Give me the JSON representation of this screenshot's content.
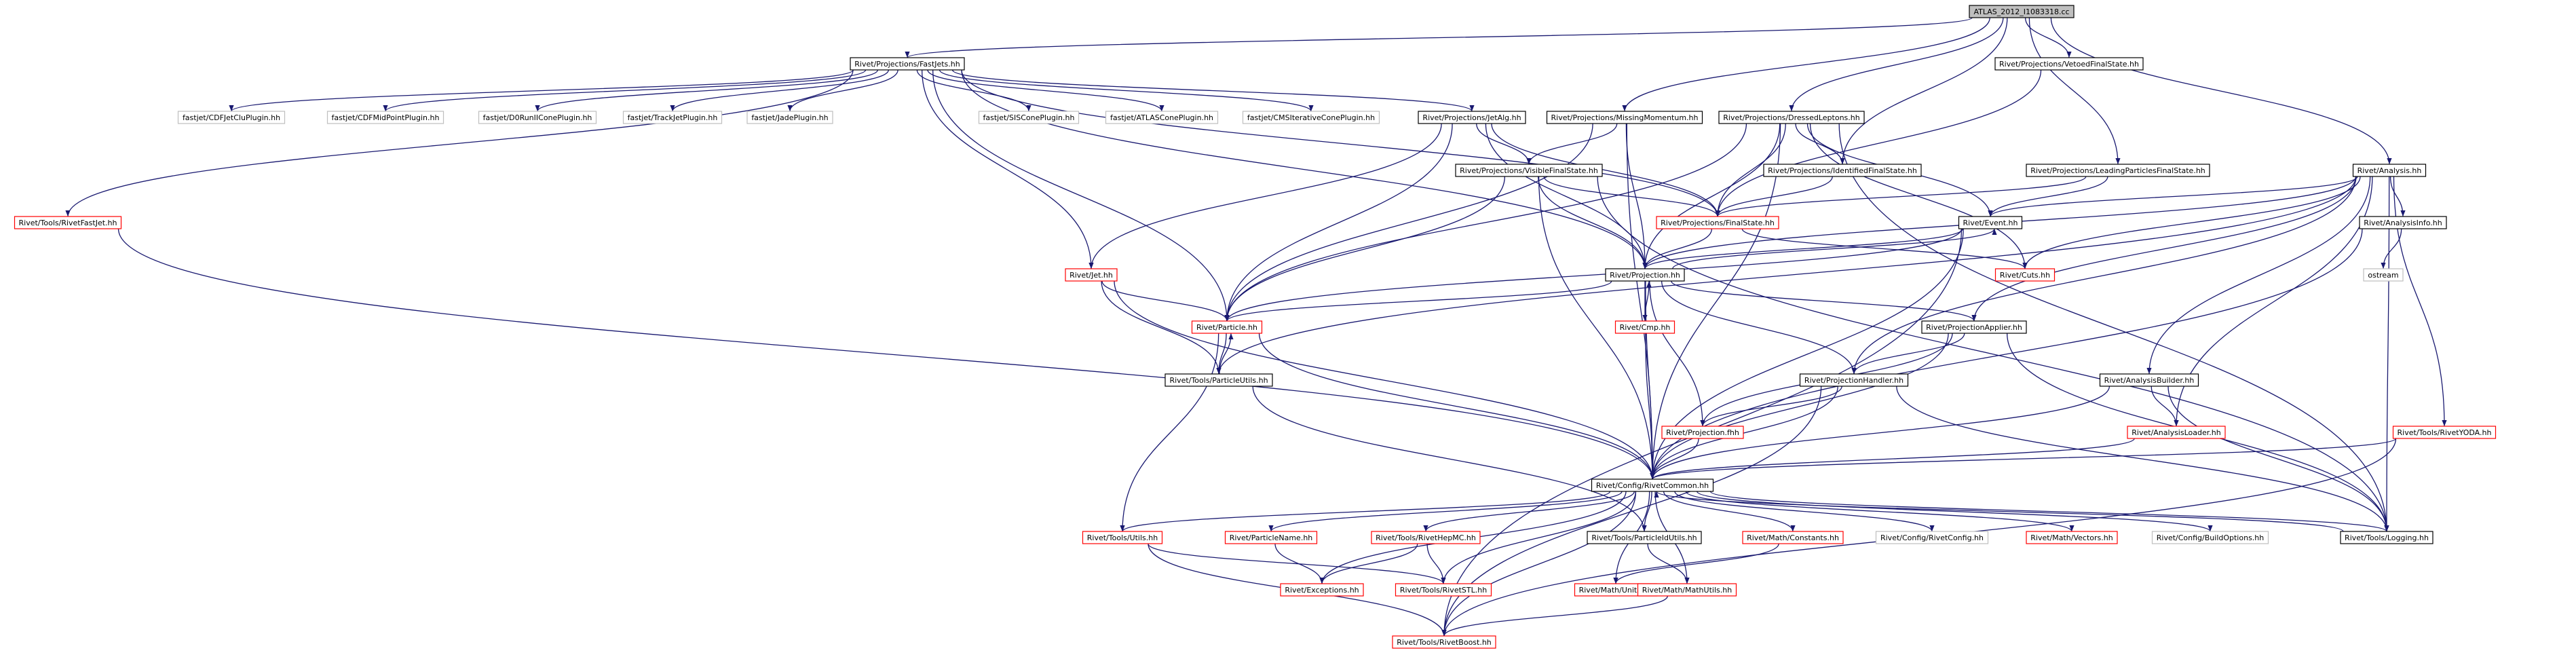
{
  "diagram": {
    "nodes": [
      {
        "id": "root",
        "label": "ATLAS_2012_I1083318.cc",
        "style": "root"
      },
      {
        "id": "fastjets",
        "label": "Rivet/Projections/FastJets.hh",
        "style": "black"
      },
      {
        "id": "vetoed",
        "label": "Rivet/Projections/VetoedFinalState.hh",
        "style": "black"
      },
      {
        "id": "cdfjetclu",
        "label": "fastjet/CDFJetCluPlugin.hh",
        "style": "gray"
      },
      {
        "id": "cdfmidpoint",
        "label": "fastjet/CDFMidPointPlugin.hh",
        "style": "gray"
      },
      {
        "id": "d0run",
        "label": "fastjet/D0RunIIConePlugin.hh",
        "style": "gray"
      },
      {
        "id": "trackjet",
        "label": "fastjet/TrackJetPlugin.hh",
        "style": "gray"
      },
      {
        "id": "jade",
        "label": "fastjet/JadePlugin.hh",
        "style": "gray"
      },
      {
        "id": "siscone",
        "label": "fastjet/SISConePlugin.hh",
        "style": "gray"
      },
      {
        "id": "atlascone",
        "label": "fastjet/ATLASConePlugin.hh",
        "style": "gray"
      },
      {
        "id": "cmsiter",
        "label": "fastjet/CMSIterativeConePlugin.hh",
        "style": "gray"
      },
      {
        "id": "jetalg",
        "label": "Rivet/Projections/JetAlg.hh",
        "style": "black"
      },
      {
        "id": "missing",
        "label": "Rivet/Projections/MissingMomentum.hh",
        "style": "black"
      },
      {
        "id": "dressed",
        "label": "Rivet/Projections/DressedLeptons.hh",
        "style": "black"
      },
      {
        "id": "rivetfastjet",
        "label": "Rivet/Tools/RivetFastJet.hh",
        "style": "red"
      },
      {
        "id": "visible",
        "label": "Rivet/Projections/VisibleFinalState.hh",
        "style": "black"
      },
      {
        "id": "identified",
        "label": "Rivet/Projections/IdentifiedFinalState.hh",
        "style": "black"
      },
      {
        "id": "leading",
        "label": "Rivet/Projections/LeadingParticlesFinalState.hh",
        "style": "black"
      },
      {
        "id": "analysis",
        "label": "Rivet/Analysis.hh",
        "style": "black"
      },
      {
        "id": "finalstate",
        "label": "Rivet/Projections/FinalState.hh",
        "style": "red"
      },
      {
        "id": "event",
        "label": "Rivet/Event.hh",
        "style": "black"
      },
      {
        "id": "analysisinfo",
        "label": "Rivet/AnalysisInfo.hh",
        "style": "black"
      },
      {
        "id": "jet",
        "label": "Rivet/Jet.hh",
        "style": "red"
      },
      {
        "id": "projection",
        "label": "Rivet/Projection.hh",
        "style": "black"
      },
      {
        "id": "cuts",
        "label": "Rivet/Cuts.hh",
        "style": "red"
      },
      {
        "id": "ostream",
        "label": "ostream",
        "style": "gray"
      },
      {
        "id": "particle",
        "label": "Rivet/Particle.hh",
        "style": "red"
      },
      {
        "id": "cmp",
        "label": "Rivet/Cmp.hh",
        "style": "red"
      },
      {
        "id": "projapplier",
        "label": "Rivet/ProjectionApplier.hh",
        "style": "black"
      },
      {
        "id": "particleutils",
        "label": "Rivet/Tools/ParticleUtils.hh",
        "style": "black"
      },
      {
        "id": "analysisbuilder",
        "label": "Rivet/AnalysisBuilder.hh",
        "style": "black"
      },
      {
        "id": "projhandler",
        "label": "Rivet/ProjectionHandler.hh",
        "style": "black"
      },
      {
        "id": "analysisloader",
        "label": "Rivet/AnalysisLoader.hh",
        "style": "red"
      },
      {
        "id": "rivetyoda",
        "label": "Rivet/Tools/RivetYODA.hh",
        "style": "red"
      },
      {
        "id": "projectionfhh",
        "label": "Rivet/Projection.fhh",
        "style": "red"
      },
      {
        "id": "rivetcommon",
        "label": "Rivet/Config/RivetCommon.hh",
        "style": "black"
      },
      {
        "id": "logging",
        "label": "Rivet/Tools/Logging.hh",
        "style": "black"
      },
      {
        "id": "utils",
        "label": "Rivet/Tools/Utils.hh",
        "style": "red"
      },
      {
        "id": "particlename",
        "label": "Rivet/ParticleName.hh",
        "style": "red"
      },
      {
        "id": "rivethepmc",
        "label": "Rivet/Tools/RivetHepMC.hh",
        "style": "red"
      },
      {
        "id": "particleidutils",
        "label": "Rivet/Tools/ParticleIdUtils.hh",
        "style": "black"
      },
      {
        "id": "mathconstants",
        "label": "Rivet/Math/Constants.hh",
        "style": "red"
      },
      {
        "id": "rivetconfig",
        "label": "Rivet/Config/RivetConfig.hh",
        "style": "gray"
      },
      {
        "id": "mathvectors",
        "label": "Rivet/Math/Vectors.hh",
        "style": "red"
      },
      {
        "id": "buildoptions",
        "label": "Rivet/Config/BuildOptions.hh",
        "style": "gray"
      },
      {
        "id": "exceptions",
        "label": "Rivet/Exceptions.hh",
        "style": "red"
      },
      {
        "id": "rivetstl",
        "label": "Rivet/Tools/RivetSTL.hh",
        "style": "red"
      },
      {
        "id": "mathunits",
        "label": "Rivet/Math/Units.hh",
        "style": "red"
      },
      {
        "id": "mathutils",
        "label": "Rivet/Math/MathUtils.hh",
        "style": "red"
      },
      {
        "id": "rivetboost",
        "label": "Rivet/Tools/RivetBoost.hh",
        "style": "red"
      }
    ],
    "edges": [
      [
        "root",
        "fastjets"
      ],
      [
        "root",
        "missing"
      ],
      [
        "root",
        "dressed"
      ],
      [
        "root",
        "vetoed"
      ],
      [
        "root",
        "identified"
      ],
      [
        "root",
        "leading"
      ],
      [
        "root",
        "analysis"
      ],
      [
        "fastjets",
        "cdfjetclu"
      ],
      [
        "fastjets",
        "cdfmidpoint"
      ],
      [
        "fastjets",
        "d0run"
      ],
      [
        "fastjets",
        "trackjet"
      ],
      [
        "fastjets",
        "jade"
      ],
      [
        "fastjets",
        "siscone"
      ],
      [
        "fastjets",
        "atlascone"
      ],
      [
        "fastjets",
        "cmsiter"
      ],
      [
        "fastjets",
        "jetalg"
      ],
      [
        "fastjets",
        "rivetfastjet"
      ],
      [
        "fastjets",
        "jet"
      ],
      [
        "fastjets",
        "particle"
      ],
      [
        "fastjets",
        "projection"
      ],
      [
        "fastjets",
        "finalstate"
      ],
      [
        "vetoed",
        "finalstate"
      ],
      [
        "jetalg",
        "visible"
      ],
      [
        "jetalg",
        "jet"
      ],
      [
        "jetalg",
        "particle"
      ],
      [
        "jetalg",
        "projection"
      ],
      [
        "jetalg",
        "finalstate"
      ],
      [
        "missing",
        "visible"
      ],
      [
        "missing",
        "projection"
      ],
      [
        "missing",
        "particle"
      ],
      [
        "missing",
        "rivetcommon"
      ],
      [
        "dressed",
        "identified"
      ],
      [
        "dressed",
        "finalstate"
      ],
      [
        "dressed",
        "projection"
      ],
      [
        "dressed",
        "particle"
      ],
      [
        "dressed",
        "event"
      ],
      [
        "dressed",
        "cuts"
      ],
      [
        "dressed",
        "logging"
      ],
      [
        "dressed",
        "rivetcommon"
      ],
      [
        "rivetfastjet",
        "rivetcommon"
      ],
      [
        "visible",
        "finalstate"
      ],
      [
        "visible",
        "projection"
      ],
      [
        "visible",
        "particle"
      ],
      [
        "visible",
        "rivetcommon"
      ],
      [
        "visible",
        "logging"
      ],
      [
        "identified",
        "finalstate"
      ],
      [
        "leading",
        "finalstate"
      ],
      [
        "leading",
        "event"
      ],
      [
        "analysis",
        "event"
      ],
      [
        "analysis",
        "analysisinfo"
      ],
      [
        "analysis",
        "projection"
      ],
      [
        "analysis",
        "projapplier"
      ],
      [
        "analysis",
        "analysisbuilder"
      ],
      [
        "analysis",
        "projhandler"
      ],
      [
        "analysis",
        "analysisloader"
      ],
      [
        "analysis",
        "rivetyoda"
      ],
      [
        "analysis",
        "cuts"
      ],
      [
        "analysis",
        "logging"
      ],
      [
        "analysis",
        "particleutils"
      ],
      [
        "finalstate",
        "projection"
      ],
      [
        "finalstate",
        "cuts"
      ],
      [
        "event",
        "projection"
      ],
      [
        "event",
        "particle"
      ],
      [
        "event",
        "rivetcommon"
      ],
      [
        "event",
        "rivetboost"
      ],
      [
        "analysisinfo",
        "ostream"
      ],
      [
        "analysisinfo",
        "rivetcommon"
      ],
      [
        "jet",
        "particle"
      ],
      [
        "jet",
        "particleutils"
      ],
      [
        "jet",
        "rivetcommon"
      ],
      [
        "projection",
        "particle"
      ],
      [
        "projection",
        "cmp"
      ],
      [
        "projection",
        "projapplier"
      ],
      [
        "projection",
        "projhandler"
      ],
      [
        "projection",
        "projectionfhh"
      ],
      [
        "projection",
        "rivetcommon"
      ],
      [
        "projection",
        "event"
      ],
      [
        "particle",
        "particleutils"
      ],
      [
        "particle",
        "rivetcommon"
      ],
      [
        "particle",
        "utils"
      ],
      [
        "cmp",
        "projection"
      ],
      [
        "cmp",
        "rivetcommon"
      ],
      [
        "projapplier",
        "projhandler"
      ],
      [
        "projapplier",
        "projectionfhh"
      ],
      [
        "projapplier",
        "rivetcommon"
      ],
      [
        "projapplier",
        "logging"
      ],
      [
        "particleutils",
        "particle"
      ],
      [
        "particleutils",
        "particleidutils"
      ],
      [
        "analysisbuilder",
        "analysisloader"
      ],
      [
        "analysisbuilder",
        "rivetcommon"
      ],
      [
        "analysisbuilder",
        "logging"
      ],
      [
        "projhandler",
        "projectionfhh"
      ],
      [
        "projhandler",
        "rivetcommon"
      ],
      [
        "projhandler",
        "logging"
      ],
      [
        "projhandler",
        "rivetboost"
      ],
      [
        "analysisloader",
        "rivetcommon"
      ],
      [
        "rivetyoda",
        "rivetcommon"
      ],
      [
        "rivetyoda",
        "rivetboost"
      ],
      [
        "projectionfhh",
        "rivetcommon"
      ],
      [
        "rivetcommon",
        "logging"
      ],
      [
        "rivetcommon",
        "utils"
      ],
      [
        "rivetcommon",
        "particlename"
      ],
      [
        "rivetcommon",
        "rivethepmc"
      ],
      [
        "rivetcommon",
        "particleidutils"
      ],
      [
        "rivetcommon",
        "mathconstants"
      ],
      [
        "rivetcommon",
        "rivetconfig"
      ],
      [
        "rivetcommon",
        "mathvectors"
      ],
      [
        "rivetcommon",
        "buildoptions"
      ],
      [
        "rivetcommon",
        "exceptions"
      ],
      [
        "rivetcommon",
        "rivetstl"
      ],
      [
        "rivetcommon",
        "mathunits"
      ],
      [
        "rivetcommon",
        "mathutils"
      ],
      [
        "rivetcommon",
        "rivetboost"
      ],
      [
        "logging",
        "rivetcommon"
      ],
      [
        "utils",
        "rivetstl"
      ],
      [
        "utils",
        "rivetboost"
      ],
      [
        "particlename",
        "exceptions"
      ],
      [
        "rivethepmc",
        "exceptions"
      ],
      [
        "rivethepmc",
        "rivetstl"
      ],
      [
        "particleidutils",
        "mathutils"
      ],
      [
        "mathconstants",
        "mathunits"
      ],
      [
        "mathutils",
        "rivetboost"
      ]
    ],
    "colors": {
      "edge": "#191970",
      "root_fill": "#bfbfbf",
      "black_border": "#000000",
      "red_border": "#ff0000",
      "gray_border": "#bfbfbf"
    }
  }
}
